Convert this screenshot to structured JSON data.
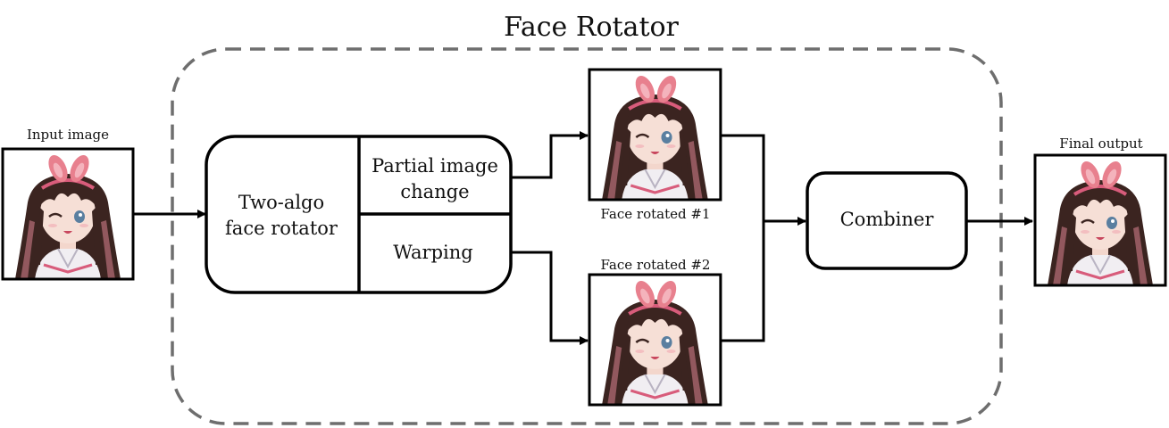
{
  "diagram": {
    "group_title": "Face Rotator",
    "input_label": "Input image",
    "rotator": {
      "main_label_line1": "Two-algo",
      "main_label_line2": "face rotator",
      "top_label_line1": "Partial image",
      "top_label_line2": "change",
      "bottom_label": "Warping"
    },
    "rotated1_label": "Face rotated #1",
    "rotated2_label": "Face rotated #2",
    "combiner_label": "Combiner",
    "final_label": "Final output"
  },
  "colors": {
    "stroke": "#000000",
    "dashed_group": "#6e6e6e",
    "group_title": "#7a7a7a",
    "hair": "#3b2420",
    "skin": "#f6dfd6",
    "bow": "#e8808e",
    "collar": "#f1eef2",
    "collar_stripe": "#d85c7b",
    "eye": "#5a7fa0"
  },
  "images": {
    "input": "anime-girl-portrait-winking",
    "rotated1": "anime-girl-portrait-rotated-1",
    "rotated2": "anime-girl-portrait-rotated-2",
    "final": "anime-girl-portrait-final-output"
  }
}
